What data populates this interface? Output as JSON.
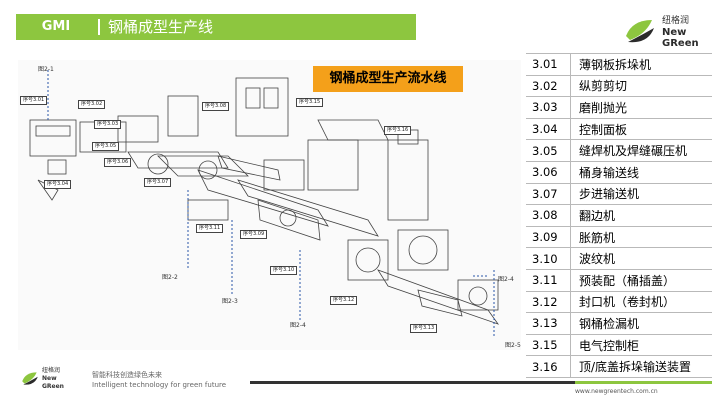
{
  "header": {
    "brand": "GMI",
    "title": "钢桶成型生产线"
  },
  "logo": {
    "cn": "纽格润",
    "en1": "New",
    "en2": "GReen"
  },
  "diagram": {
    "title": "钢桶成型生产流水线",
    "figure_labels": [
      "图2-1",
      "图2-2",
      "图2-3",
      "图2-4",
      "图2-4",
      "图2-5"
    ],
    "box_labels": [
      "序号3.01",
      "序号3.02",
      "序号3.03",
      "序号3.04",
      "序号3.05",
      "序号3.06",
      "序号3.07",
      "序号3.08",
      "序号3.09",
      "序号3.10",
      "序号3.11",
      "序号3.12",
      "序号3.13",
      "序号3.15",
      "序号3.16"
    ]
  },
  "legend": [
    {
      "code": "3.01",
      "name": "薄钢板拆垛机"
    },
    {
      "code": "3.02",
      "name": "纵剪剪切"
    },
    {
      "code": "3.03",
      "name": "磨削抛光"
    },
    {
      "code": "3.04",
      "name": "控制面板"
    },
    {
      "code": "3.05",
      "name": "缝焊机及焊缝碾压机"
    },
    {
      "code": "3.06",
      "name": "桶身输送线"
    },
    {
      "code": "3.07",
      "name": "步进输送机"
    },
    {
      "code": "3.08",
      "name": "翻边机"
    },
    {
      "code": "3.09",
      "name": "胀筋机"
    },
    {
      "code": "3.10",
      "name": "波纹机"
    },
    {
      "code": "3.11",
      "name": "预装配（桶插盖）"
    },
    {
      "code": "3.12",
      "name": "封口机（卷封机）"
    },
    {
      "code": "3.13",
      "name": "钢桶检漏机"
    },
    {
      "code": "3.15",
      "name": "电气控制柜"
    },
    {
      "code": "3.16",
      "name": "顶/底盖拆垛输送装置"
    }
  ],
  "footer": {
    "slogan_cn": "智能科技创造绿色未来",
    "slogan_en": "Intelligent technology for  green future",
    "url": "www.newgreentech.com.cn"
  },
  "colors": {
    "accent": "#8dc63f",
    "title_badge": "#f4a01a"
  }
}
